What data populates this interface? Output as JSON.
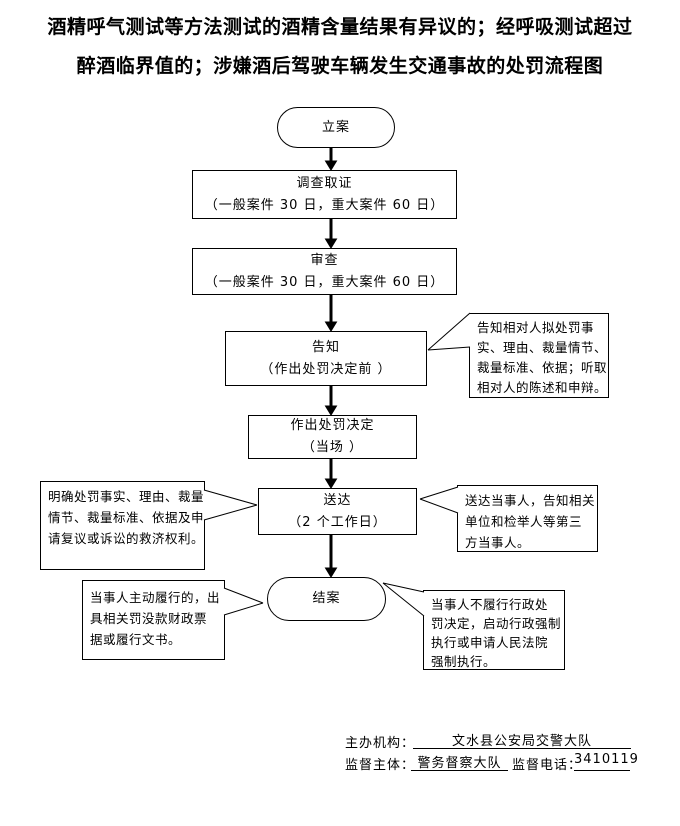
{
  "title": {
    "line1": "酒精呼气测试等方法测试的酒精含量结果有异议的；经呼吸测试超过",
    "line2": "醉酒临界值的；涉嫌酒后驾驶车辆发生交通事故的处罚流程图"
  },
  "flow": {
    "start_label": "立案",
    "steps": [
      {
        "label": "调查取证",
        "note": "（一般案件 30 日，重大案件 60 日）"
      },
      {
        "label": "审查",
        "note": "（一般案件 30 日，重大案件 60 日）"
      },
      {
        "label": "告知",
        "note": "（作出处罚决定前 ）"
      },
      {
        "label": "作出处罚决定",
        "note": "（当场 ）"
      },
      {
        "label": "送达",
        "note": "（2 个工作日）"
      }
    ],
    "end_label": "结案"
  },
  "callouts": {
    "notify": {
      "lines": [
        "告知相对人拟处罚事",
        "实、理由、裁量情节、",
        "裁量标准、依据；听取",
        "相对人的陈述和申辩。"
      ]
    },
    "deliver_left": {
      "lines": [
        "明确处罚事实、理由、裁量",
        "情节、裁量标准、依据及申",
        "请复议或诉讼的救济权利。"
      ]
    },
    "deliver_right": {
      "lines": [
        "送达当事人，告知相关",
        "单位和检举人等第三",
        "方当事人。"
      ]
    },
    "close_left": {
      "lines": [
        "当事人主动履行的，出",
        "具相关罚没款财政票",
        "据或履行文书。"
      ]
    },
    "close_right": {
      "lines": [
        "当事人不履行行政处",
        "罚决定，启动行政强制",
        "执行或申请人民法院",
        "强制执行。"
      ]
    }
  },
  "footer": {
    "organizer_label": "主办机构：",
    "organizer_value": "文水县公安局交警大队",
    "supervisor_label": "监督主体：",
    "supervisor_value": "警务督察大队",
    "phone_label": "监督电话：",
    "phone_value": "3410119"
  },
  "colors": {
    "ink": "#000000",
    "paper": "#ffffff"
  }
}
